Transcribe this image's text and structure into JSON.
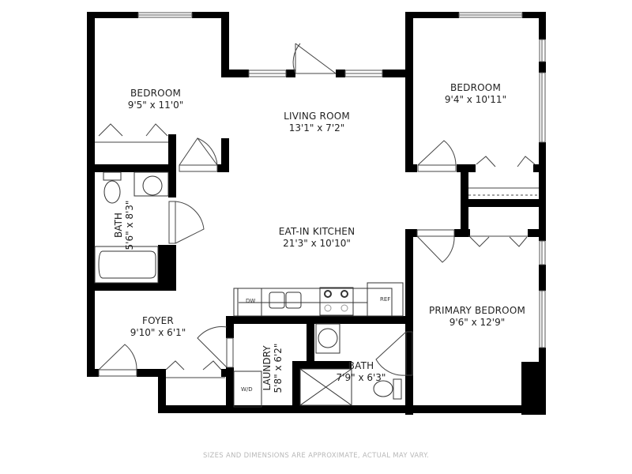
{
  "floorplan": {
    "rooms": [
      {
        "id": "bedroom-1",
        "name": "BEDROOM",
        "dims": "9'5\" x 11'0\""
      },
      {
        "id": "living-room",
        "name": "LIVING ROOM",
        "dims": "13'1\" x 7'2\""
      },
      {
        "id": "bedroom-2",
        "name": "BEDROOM",
        "dims": "9'4\" x 10'11\""
      },
      {
        "id": "bath-1",
        "name": "BATH",
        "dims": "5'6\" x 8'3\""
      },
      {
        "id": "eat-in-kitchen",
        "name": "EAT-IN KITCHEN",
        "dims": "21'3\" x 10'10\""
      },
      {
        "id": "foyer",
        "name": "FOYER",
        "dims": "9'10\" x 6'1\""
      },
      {
        "id": "laundry",
        "name": "LAUNDRY",
        "dims": "5'8\" x 6'2\""
      },
      {
        "id": "bath-2",
        "name": "BATH",
        "dims": "7'9\" x 6'3\""
      },
      {
        "id": "primary-bedroom",
        "name": "PRIMARY BEDROOM",
        "dims": "9'6\" x 12'9\""
      }
    ],
    "appliances": {
      "dishwasher": "DW",
      "refrigerator": "REF",
      "washer_dryer": "W/D"
    },
    "disclaimer": "SIZES AND DIMENSIONS ARE APPROXIMATE, ACTUAL MAY VARY.",
    "colors": {
      "wall": "#000000",
      "background": "#ffffff",
      "footer_text": "#b8b8b8"
    }
  }
}
